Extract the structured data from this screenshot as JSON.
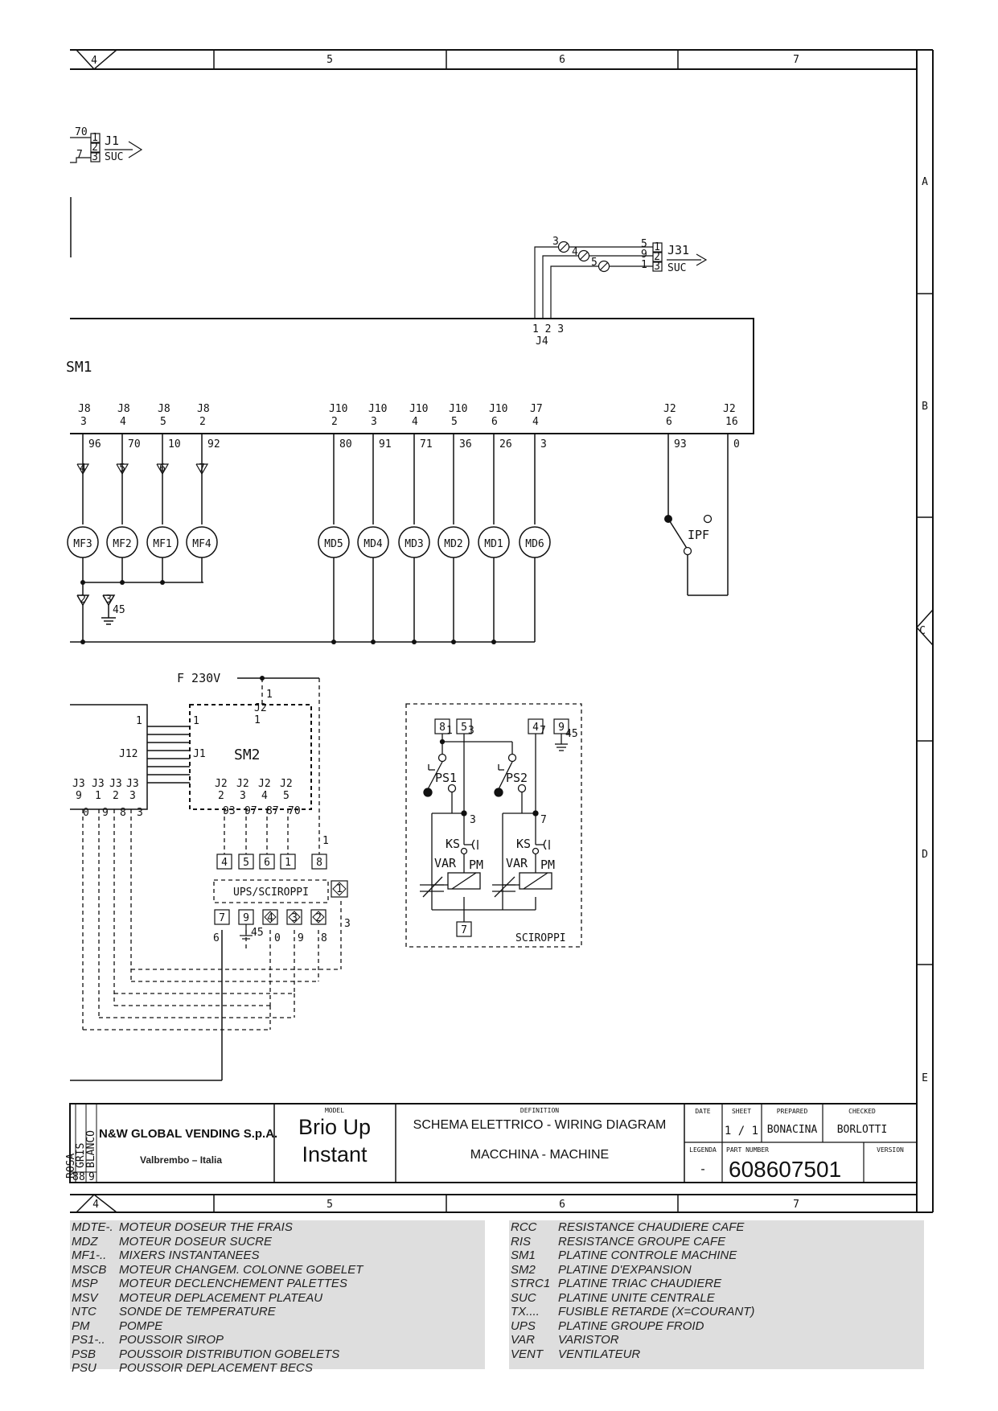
{
  "frame": {
    "columns": [
      "4",
      "5",
      "6",
      "7"
    ],
    "rows": [
      "A",
      "B",
      "C",
      "D",
      "E"
    ]
  },
  "connectors": {
    "j1": {
      "name": "J1",
      "target": "SUC",
      "pins": [
        "1",
        "2",
        "3"
      ],
      "wires": [
        "70",
        "7"
      ]
    },
    "j31": {
      "name": "J31",
      "target": "SUC",
      "pins": [
        "1",
        "2",
        "3"
      ],
      "wires": [
        "5",
        "9",
        "1"
      ],
      "filters": [
        "3",
        "4",
        "5"
      ]
    },
    "j4": {
      "name": "J4",
      "pins": "1 2 3"
    }
  },
  "sm1": {
    "label": "SM1",
    "pins": [
      {
        "conn": "J8",
        "pin": "3",
        "wire": "96",
        "device": "MF3",
        "term": "4"
      },
      {
        "conn": "J8",
        "pin": "4",
        "wire": "70",
        "device": "MF2",
        "term": "5"
      },
      {
        "conn": "J8",
        "pin": "5",
        "wire": "10",
        "device": "MF1",
        "term": "6"
      },
      {
        "conn": "J8",
        "pin": "2",
        "wire": "92",
        "device": "MF4",
        "term": "7"
      },
      {
        "conn": "J10",
        "pin": "2",
        "wire": "80",
        "device": "MD5"
      },
      {
        "conn": "J10",
        "pin": "3",
        "wire": "91",
        "device": "MD4"
      },
      {
        "conn": "J10",
        "pin": "4",
        "wire": "71",
        "device": "MD3"
      },
      {
        "conn": "J10",
        "pin": "5",
        "wire": "36",
        "device": "MD2"
      },
      {
        "conn": "J10",
        "pin": "6",
        "wire": "26",
        "device": "MD1"
      },
      {
        "conn": "J7",
        "pin": "4",
        "wire": "3",
        "device": "MD6"
      },
      {
        "conn": "J2",
        "pin": "6",
        "wire": "93"
      },
      {
        "conn": "J2",
        "pin": "16",
        "wire": "0"
      }
    ],
    "ground_terms": [
      "2",
      "3"
    ],
    "ground_wire": "45",
    "switch": "IPF"
  },
  "sm2": {
    "label": "SM2",
    "supply": "F 230V",
    "j2_top": {
      "conn": "J2",
      "pin": "1",
      "wire": "1"
    },
    "j12": {
      "label": "J12",
      "pin": "1",
      "j1": "J1",
      "j1pin": "1"
    },
    "j3": {
      "conns": [
        "J3",
        "J3",
        "J3",
        "J3"
      ],
      "pins": [
        "9",
        "1",
        "2",
        "3"
      ],
      "wires": [
        "0",
        "9",
        "8",
        "3"
      ]
    },
    "j2_bottom": {
      "conns": [
        "J2",
        "J2",
        "J2",
        "J2"
      ],
      "pins": [
        "2",
        "3",
        "4",
        "5"
      ],
      "wires": [
        "93",
        "97",
        "87",
        "70"
      ]
    },
    "terms_top": [
      "4",
      "5",
      "6",
      "1",
      "8"
    ],
    "ups_label": "UPS/SCIROPPI",
    "ups_term": "1",
    "terms_bottom": [
      "7",
      "9",
      "4",
      "3",
      "2"
    ],
    "bottom_wires": [
      "6",
      "45",
      "0",
      "9",
      "8",
      "3"
    ],
    "right_wire": "1"
  },
  "sciroppi": {
    "label": "SCIROPPI",
    "terms_top": [
      "8",
      "5",
      "4",
      "9"
    ],
    "wires_top": [
      "1",
      "3",
      "7",
      "45"
    ],
    "ps1": "PS1",
    "ps2": "PS2",
    "wire_left": "3",
    "wire_right": "7",
    "ks": "KS",
    "var": "VAR",
    "pm": "PM",
    "term_bottom": "7"
  },
  "title_block": {
    "color_codes": [
      "ROSA",
      "GRIS",
      "BLANCO"
    ],
    "color_nums": [
      "8",
      "8",
      "9"
    ],
    "company": "N&W GLOBAL VENDING S.p.A.",
    "city": "Valbrembo – Italia",
    "model_caption": "MODEL",
    "model_line1": "Brio Up",
    "model_line2": "Instant",
    "definition_caption": "DEFINITION",
    "definition_line1": "SCHEMA ELETTRICO - WIRING DIAGRAM",
    "definition_line2": "MACCHINA - MACHINE",
    "date_caption": "DATE",
    "sheet_caption": "SHEET",
    "sheet": "1 / 1",
    "prepared_caption": "PREPARED",
    "prepared": "BONACINA",
    "checked_caption": "CHECKED",
    "checked": "BORLOTTI",
    "legenda_caption": "LEGENDA",
    "legenda": "-",
    "part_caption": "PART NUMBER",
    "part_number": "608607501",
    "version_caption": "VERSION"
  },
  "legend_left": [
    {
      "code": "MDTE-.",
      "text": "MOTEUR DOSEUR THE FRAIS"
    },
    {
      "code": "MDZ",
      "text": "MOTEUR DOSEUR SUCRE"
    },
    {
      "code": "MF1-..",
      "text": "MIXERS INSTANTANEES"
    },
    {
      "code": "MSCB",
      "text": "MOTEUR CHANGEM. COLONNE GOBELET"
    },
    {
      "code": "MSP",
      "text": "MOTEUR DECLENCHEMENT PALETTES"
    },
    {
      "code": "MSV",
      "text": "MOTEUR DEPLACEMENT PLATEAU"
    },
    {
      "code": "NTC",
      "text": "SONDE DE TEMPERATURE"
    },
    {
      "code": "PM",
      "text": "POMPE"
    },
    {
      "code": "PS1-..",
      "text": "POUSSOIR SIROP"
    },
    {
      "code": "PSB",
      "text": "POUSSOIR DISTRIBUTION GOBELETS"
    },
    {
      "code": "PSU",
      "text": "POUSSOIR DEPLACEMENT BECS"
    }
  ],
  "legend_right": [
    {
      "code": "RCC",
      "text": "RESISTANCE CHAUDIERE CAFE"
    },
    {
      "code": "RIS",
      "text": "RESISTANCE GROUPE CAFE"
    },
    {
      "code": "SM1",
      "text": "PLATINE CONTROLE MACHINE"
    },
    {
      "code": "SM2",
      "text": "PLATINE D'EXPANSION"
    },
    {
      "code": "STRC1",
      "text": "PLATINE TRIAC CHAUDIERE"
    },
    {
      "code": "SUC",
      "text": "PLATINE UNITE CENTRALE"
    },
    {
      "code": "TX....",
      "text": "FUSIBLE RETARDE (X=COURANT)"
    },
    {
      "code": "UPS",
      "text": "PLATINE GROUPE  FROID"
    },
    {
      "code": "VAR",
      "text": "VARISTOR"
    },
    {
      "code": "VENT",
      "text": "VENTILATEUR"
    }
  ]
}
